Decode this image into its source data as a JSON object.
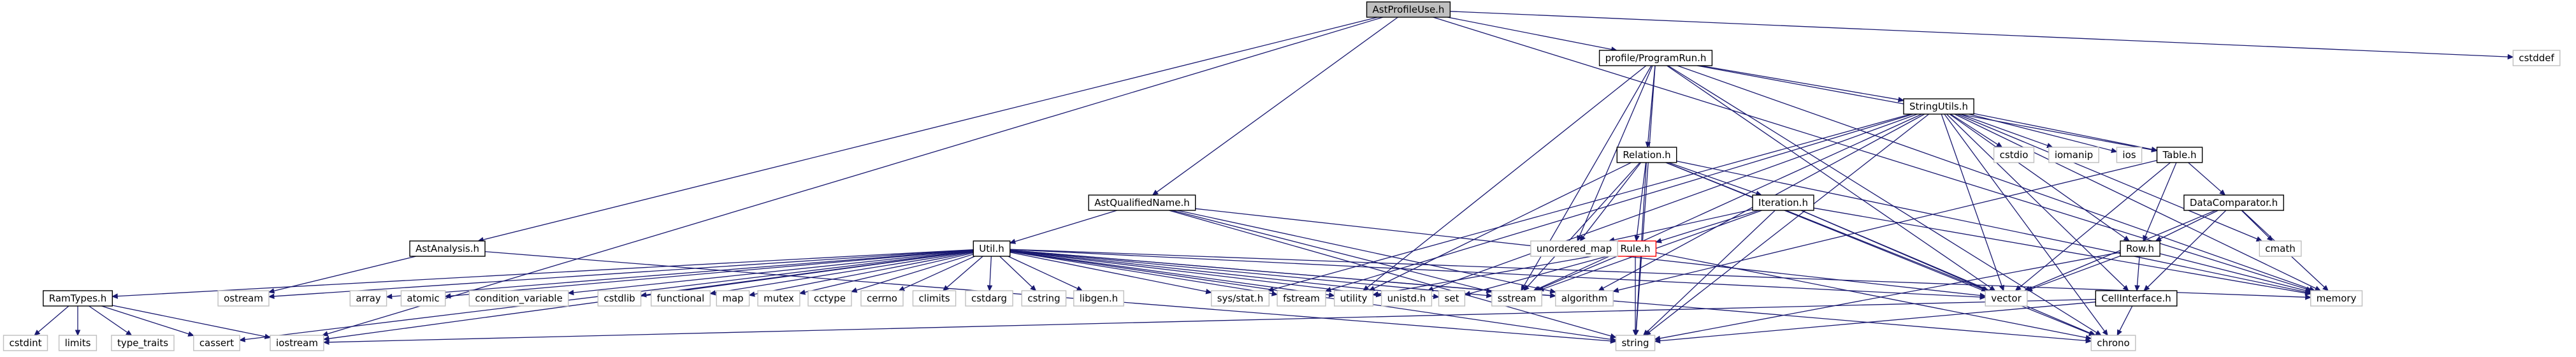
{
  "diagram": {
    "colors": {
      "edge": "#191970",
      "root_fill": "#bfbfbf",
      "doc_stroke": "#000000",
      "external_stroke": "#bfbfbf",
      "highlight_stroke": "#ff0000",
      "fill": "#ffffff"
    },
    "nodes": [
      {
        "id": "astprofileuse",
        "label": "AstProfileUse.h",
        "kind": "root"
      },
      {
        "id": "programrun",
        "label": "profile/ProgramRun.h",
        "kind": "doc"
      },
      {
        "id": "cstddef",
        "label": "cstddef",
        "kind": "external"
      },
      {
        "id": "stringutils",
        "label": "StringUtils.h",
        "kind": "doc"
      },
      {
        "id": "astqualifiedname",
        "label": "AstQualifiedName.h",
        "kind": "doc"
      },
      {
        "id": "relation",
        "label": "Relation.h",
        "kind": "doc"
      },
      {
        "id": "cstdio",
        "label": "cstdio",
        "kind": "external"
      },
      {
        "id": "iomanip",
        "label": "iomanip",
        "kind": "external"
      },
      {
        "id": "ios",
        "label": "ios",
        "kind": "external"
      },
      {
        "id": "table",
        "label": "Table.h",
        "kind": "doc"
      },
      {
        "id": "dataComparator",
        "label": "DataComparator.h",
        "kind": "doc"
      },
      {
        "id": "iteration",
        "label": "Iteration.h",
        "kind": "doc"
      },
      {
        "id": "astanalysis",
        "label": "AstAnalysis.h",
        "kind": "doc"
      },
      {
        "id": "util",
        "label": "Util.h",
        "kind": "doc"
      },
      {
        "id": "rule",
        "label": "Rule.h",
        "kind": "highlight"
      },
      {
        "id": "unordered_map",
        "label": "unordered_map",
        "kind": "external"
      },
      {
        "id": "cmath",
        "label": "cmath",
        "kind": "external"
      },
      {
        "id": "row",
        "label": "Row.h",
        "kind": "doc"
      },
      {
        "id": "ramtypes",
        "label": "RamTypes.h",
        "kind": "doc"
      },
      {
        "id": "ostream",
        "label": "ostream",
        "kind": "external"
      },
      {
        "id": "array",
        "label": "array",
        "kind": "external"
      },
      {
        "id": "atomic",
        "label": "atomic",
        "kind": "external"
      },
      {
        "id": "condition_variable",
        "label": "condition_variable",
        "kind": "external"
      },
      {
        "id": "cstdlib",
        "label": "cstdlib",
        "kind": "external"
      },
      {
        "id": "functional",
        "label": "functional",
        "kind": "external"
      },
      {
        "id": "map",
        "label": "map",
        "kind": "external"
      },
      {
        "id": "mutex",
        "label": "mutex",
        "kind": "external"
      },
      {
        "id": "cctype",
        "label": "cctype",
        "kind": "external"
      },
      {
        "id": "cerrno",
        "label": "cerrno",
        "kind": "external"
      },
      {
        "id": "climits",
        "label": "climits",
        "kind": "external"
      },
      {
        "id": "cstdarg",
        "label": "cstdarg",
        "kind": "external"
      },
      {
        "id": "cstring",
        "label": "cstring",
        "kind": "external"
      },
      {
        "id": "libgen",
        "label": "libgen.h",
        "kind": "external"
      },
      {
        "id": "sysstat",
        "label": "sys/stat.h",
        "kind": "external"
      },
      {
        "id": "fstream",
        "label": "fstream",
        "kind": "external"
      },
      {
        "id": "utility",
        "label": "utility",
        "kind": "external"
      },
      {
        "id": "unistd",
        "label": "unistd.h",
        "kind": "external"
      },
      {
        "id": "set",
        "label": "set",
        "kind": "external"
      },
      {
        "id": "sstream",
        "label": "sstream",
        "kind": "external"
      },
      {
        "id": "algorithm",
        "label": "algorithm",
        "kind": "external"
      },
      {
        "id": "vector",
        "label": "vector",
        "kind": "external"
      },
      {
        "id": "memory",
        "label": "memory",
        "kind": "external"
      },
      {
        "id": "cellinterface",
        "label": "CellInterface.h",
        "kind": "doc"
      },
      {
        "id": "cstdint",
        "label": "cstdint",
        "kind": "external"
      },
      {
        "id": "limits",
        "label": "limits",
        "kind": "external"
      },
      {
        "id": "type_traits",
        "label": "type_traits",
        "kind": "external"
      },
      {
        "id": "cassert",
        "label": "cassert",
        "kind": "external"
      },
      {
        "id": "iostream",
        "label": "iostream",
        "kind": "external"
      },
      {
        "id": "string",
        "label": "string",
        "kind": "external"
      },
      {
        "id": "chrono",
        "label": "chrono",
        "kind": "external"
      }
    ],
    "edges": [
      [
        "astprofileuse",
        "programrun"
      ],
      [
        "astprofileuse",
        "cstddef"
      ],
      [
        "astprofileuse",
        "astqualifiedname"
      ],
      [
        "astprofileuse",
        "astanalysis"
      ],
      [
        "astprofileuse",
        "iostream"
      ],
      [
        "astprofileuse",
        "memory"
      ],
      [
        "programrun",
        "stringutils"
      ],
      [
        "programrun",
        "relation"
      ],
      [
        "programrun",
        "table"
      ],
      [
        "programrun",
        "unordered_map"
      ],
      [
        "programrun",
        "memory"
      ],
      [
        "programrun",
        "sstream"
      ],
      [
        "programrun",
        "string"
      ],
      [
        "programrun",
        "utility"
      ],
      [
        "programrun",
        "vector"
      ],
      [
        "programrun",
        "chrono"
      ],
      [
        "stringutils",
        "cstdio"
      ],
      [
        "stringutils",
        "iomanip"
      ],
      [
        "stringutils",
        "ios"
      ],
      [
        "stringutils",
        "table"
      ],
      [
        "stringutils",
        "cmath"
      ],
      [
        "stringutils",
        "row"
      ],
      [
        "stringutils",
        "cellinterface"
      ],
      [
        "stringutils",
        "vector"
      ],
      [
        "stringutils",
        "sstream"
      ],
      [
        "stringutils",
        "string"
      ],
      [
        "stringutils",
        "sysstat"
      ],
      [
        "stringutils",
        "fstream"
      ],
      [
        "stringutils",
        "algorithm"
      ],
      [
        "stringutils",
        "chrono"
      ],
      [
        "stringutils",
        "memory"
      ],
      [
        "stringutils",
        "unistd"
      ],
      [
        "astqualifiedname",
        "util"
      ],
      [
        "astqualifiedname",
        "algorithm"
      ],
      [
        "astqualifiedname",
        "sstream"
      ],
      [
        "astqualifiedname",
        "string"
      ],
      [
        "astqualifiedname",
        "vector"
      ],
      [
        "relation",
        "iteration"
      ],
      [
        "relation",
        "rule"
      ],
      [
        "relation",
        "unordered_map"
      ],
      [
        "relation",
        "vector"
      ],
      [
        "relation",
        "sstream"
      ],
      [
        "relation",
        "string"
      ],
      [
        "relation",
        "chrono"
      ],
      [
        "relation",
        "memory"
      ],
      [
        "relation",
        "utility"
      ],
      [
        "table",
        "dataComparator"
      ],
      [
        "table",
        "row"
      ],
      [
        "table",
        "vector"
      ],
      [
        "table",
        "algorithm"
      ],
      [
        "dataComparator",
        "row"
      ],
      [
        "dataComparator",
        "cellinterface"
      ],
      [
        "dataComparator",
        "cmath"
      ],
      [
        "dataComparator",
        "vector"
      ],
      [
        "dataComparator",
        "memory"
      ],
      [
        "iteration",
        "rule"
      ],
      [
        "iteration",
        "unordered_map"
      ],
      [
        "iteration",
        "string"
      ],
      [
        "iteration",
        "sstream"
      ],
      [
        "iteration",
        "vector"
      ],
      [
        "iteration",
        "chrono"
      ],
      [
        "iteration",
        "memory"
      ],
      [
        "rule",
        "string"
      ],
      [
        "rule",
        "sstream"
      ],
      [
        "rule",
        "utility"
      ],
      [
        "rule",
        "set"
      ],
      [
        "rule",
        "chrono"
      ],
      [
        "row",
        "cellinterface"
      ],
      [
        "row",
        "vector"
      ],
      [
        "row",
        "string"
      ],
      [
        "row",
        "memory"
      ],
      [
        "cellinterface",
        "chrono"
      ],
      [
        "cellinterface",
        "string"
      ],
      [
        "cellinterface",
        "iostream"
      ],
      [
        "astanalysis",
        "ostream"
      ],
      [
        "astanalysis",
        "string"
      ],
      [
        "util",
        "ramtypes"
      ],
      [
        "util",
        "ostream"
      ],
      [
        "util",
        "array"
      ],
      [
        "util",
        "atomic"
      ],
      [
        "util",
        "condition_variable"
      ],
      [
        "util",
        "cstdlib"
      ],
      [
        "util",
        "functional"
      ],
      [
        "util",
        "map"
      ],
      [
        "util",
        "mutex"
      ],
      [
        "util",
        "cctype"
      ],
      [
        "util",
        "cerrno"
      ],
      [
        "util",
        "climits"
      ],
      [
        "util",
        "cstdarg"
      ],
      [
        "util",
        "cstring"
      ],
      [
        "util",
        "libgen"
      ],
      [
        "util",
        "sysstat"
      ],
      [
        "util",
        "fstream"
      ],
      [
        "util",
        "utility"
      ],
      [
        "util",
        "unistd"
      ],
      [
        "util",
        "set"
      ],
      [
        "util",
        "sstream"
      ],
      [
        "util",
        "algorithm"
      ],
      [
        "util",
        "vector"
      ],
      [
        "util",
        "memory"
      ],
      [
        "util",
        "iostream"
      ],
      [
        "util",
        "cassert"
      ],
      [
        "util",
        "string"
      ],
      [
        "util",
        "chrono"
      ],
      [
        "ramtypes",
        "cstdint"
      ],
      [
        "ramtypes",
        "limits"
      ],
      [
        "ramtypes",
        "type_traits"
      ],
      [
        "ramtypes",
        "cassert"
      ],
      [
        "ramtypes",
        "iostream"
      ]
    ]
  }
}
